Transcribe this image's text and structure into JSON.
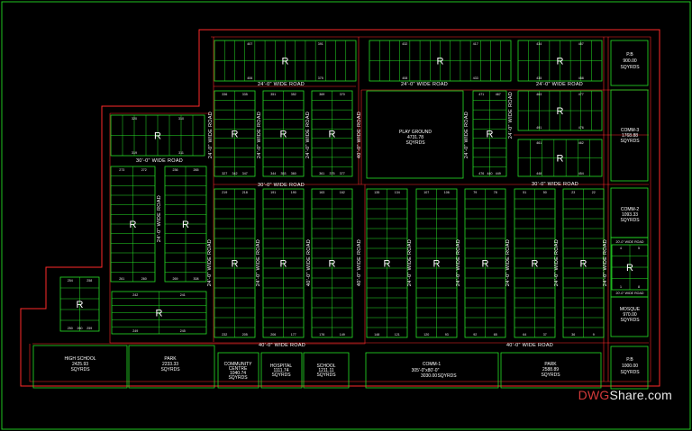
{
  "colors": {
    "boundary": "#ff2a2a",
    "plot": "#26e026",
    "text": "#ffffff",
    "background": "#000000",
    "frame": "#21c421"
  },
  "plot_symbol": "R",
  "roads": {
    "r40_top_a": "24'-0\" WIDE ROAD",
    "r40_top_b": "24'-0\" WIDE ROAD",
    "r24_top_c": "24'-0\" WIDE ROAD",
    "r30_left": "30'-0\" WIDE ROAD",
    "r30_mid": "30'-0\" WIDE ROAD",
    "r30_right": "30'-0\" WIDE ROAD",
    "r40_bottom_left": "40'-0\" WIDE ROAD",
    "r40_bottom_right": "40'-0\" WIDE ROAD",
    "v24_a": "24'-0\" WIDE ROAD",
    "v24_b": "24'-0\" WIDE ROAD",
    "v24_c": "24'-0\" WIDE ROAD",
    "v24_d": "24'-0\" WIDE ROAD",
    "v24_e": "24'-0\" WIDE ROAD",
    "v24_f": "24'-0\" WIDE ROAD",
    "v40_a": "40'-0\" WIDE ROAD",
    "v40_b": "40'-0\" WIDE ROAD",
    "v40_c": "40'-0\" WIDE ROAD",
    "v24_g": "24'-0\" WIDE ROAD",
    "v24_h": "24'-0\" WIDE ROAD",
    "v24_i": "24'-0\" WIDE ROAD",
    "v24_j": "24'-0\" WIDE ROAD",
    "v24_k": "24'-0\" WIDE ROAD",
    "v24_l": "24'-0\" WIDE ROAD",
    "v24_m": "24'-0\" WIDE ROAD",
    "small_a": "20'-0\" WIDE ROAD",
    "small_b": "20'-0\" WIDE ROAD"
  },
  "amenities": {
    "play_ground": {
      "name": "PLAY GROUND",
      "area": "4731.78",
      "unit": "SQYRDS"
    },
    "pb_top": {
      "name": "P.B",
      "area": "900.00",
      "unit": "SQYRDS"
    },
    "comm3": {
      "name": "COMM-3",
      "area": "1768.88",
      "unit": "SQYRDS"
    },
    "comm2": {
      "name": "COMM-2",
      "area": "1093.33",
      "unit": "SQYRDS"
    },
    "mosque": {
      "name": "MOSQUE",
      "area": "970.00",
      "unit": "SQYRDS"
    },
    "pb_bottom": {
      "name": "P.B",
      "area": "1000.00",
      "unit": "SQYRDS"
    },
    "high_school": {
      "name": "HIGH SCHOOL",
      "area": "2425.93",
      "unit": "SQYRDS"
    },
    "park_left": {
      "name": "PARK",
      "area": "2233.33",
      "unit": "SQYRDS"
    },
    "community": {
      "name": "COMMUNITY",
      "name2": "CENTRE",
      "area": "1040.74",
      "unit": "SQYRDS"
    },
    "hospital": {
      "name": "HOSPITAL",
      "area": "1111.74",
      "unit": "SQYRDS"
    },
    "school": {
      "name": "SCHOOL",
      "area": "1211.11",
      "unit": "SQYRDS"
    },
    "comm1": {
      "name": "COMM-1",
      "size": "305'-0\"x80'-0\"",
      "area": "3030.00",
      "unit": "SQYRDS"
    },
    "park_right": {
      "name": "PARK",
      "area": "2588.89",
      "unit": "SQYRDS"
    }
  },
  "plot_numbers": {
    "b1": [
      "407",
      "391",
      "406",
      "375"
    ],
    "b2": [
      "432",
      "417",
      "408",
      "433"
    ],
    "b3": [
      "434",
      "457",
      "435",
      "458"
    ],
    "b4": [
      "336",
      "335",
      "327",
      "347",
      "342"
    ],
    "b5": [
      "351",
      "352",
      "344",
      "360",
      "353"
    ],
    "b6": [
      "369",
      "370",
      "361",
      "377",
      "375"
    ],
    "b7": [
      "471",
      "467",
      "476",
      "449",
      "440"
    ],
    "b8": [
      "463",
      "477",
      "491",
      "476"
    ],
    "b9": [
      "461",
      "462",
      "448",
      "454"
    ],
    "b10": [
      "320",
      "310",
      "319",
      "311"
    ],
    "b11": [
      "273",
      "272",
      "261",
      "260"
    ],
    "b12": [
      "236",
      "265",
      "269",
      "308"
    ],
    "b13": [
      "219",
      "218",
      "232",
      "205"
    ],
    "b14": [
      "191",
      "190",
      "206",
      "177"
    ],
    "b15": [
      "163",
      "162",
      "176",
      "149"
    ],
    "b16": [
      "135",
      "134",
      "148",
      "121"
    ],
    "b17": [
      "107",
      "106",
      "120",
      "93"
    ],
    "b18": [
      "79",
      "78",
      "92",
      "65"
    ],
    "b19": [
      "51",
      "50",
      "64",
      "37"
    ],
    "b20": [
      "23",
      "22",
      "36",
      "9"
    ],
    "b21": [
      "254",
      "258",
      "250",
      "259",
      "260"
    ],
    "b22": [
      "242",
      "241",
      "249",
      "245"
    ],
    "b23": [
      "4",
      "5",
      "1",
      "8"
    ]
  },
  "watermark": {
    "a": "DWG",
    "b": "Share.com"
  }
}
